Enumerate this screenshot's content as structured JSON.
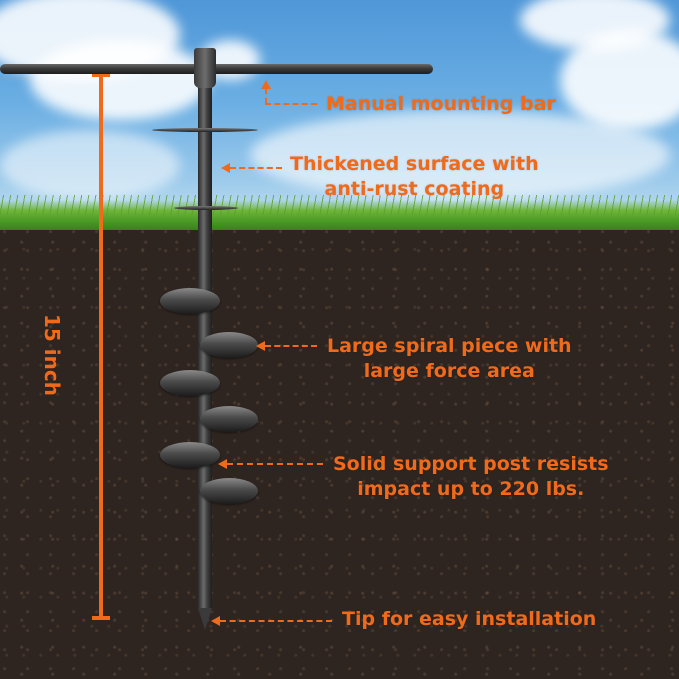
{
  "image": {
    "subject": "Garden auger drill bit with T-handle mounting bar, shown in cross-section of soil",
    "colors": {
      "accent": "#f06a1c",
      "soil": "#2f2520",
      "sky": "#6aaee3",
      "grass": "#4a9a26",
      "metal": "#3a3a3a"
    }
  },
  "measurement": {
    "label": "15 inch"
  },
  "callouts": [
    {
      "id": "mounting-bar",
      "lines": [
        "Manual mounting bar"
      ]
    },
    {
      "id": "surface",
      "lines": [
        "Thickened surface with",
        "anti-rust coating"
      ]
    },
    {
      "id": "spiral",
      "lines": [
        "Large spiral piece with",
        "large force area"
      ]
    },
    {
      "id": "post",
      "lines": [
        "Solid support post resists",
        "impact up to 220 lbs."
      ]
    },
    {
      "id": "tip",
      "lines": [
        "Tip for easy installation"
      ]
    }
  ]
}
